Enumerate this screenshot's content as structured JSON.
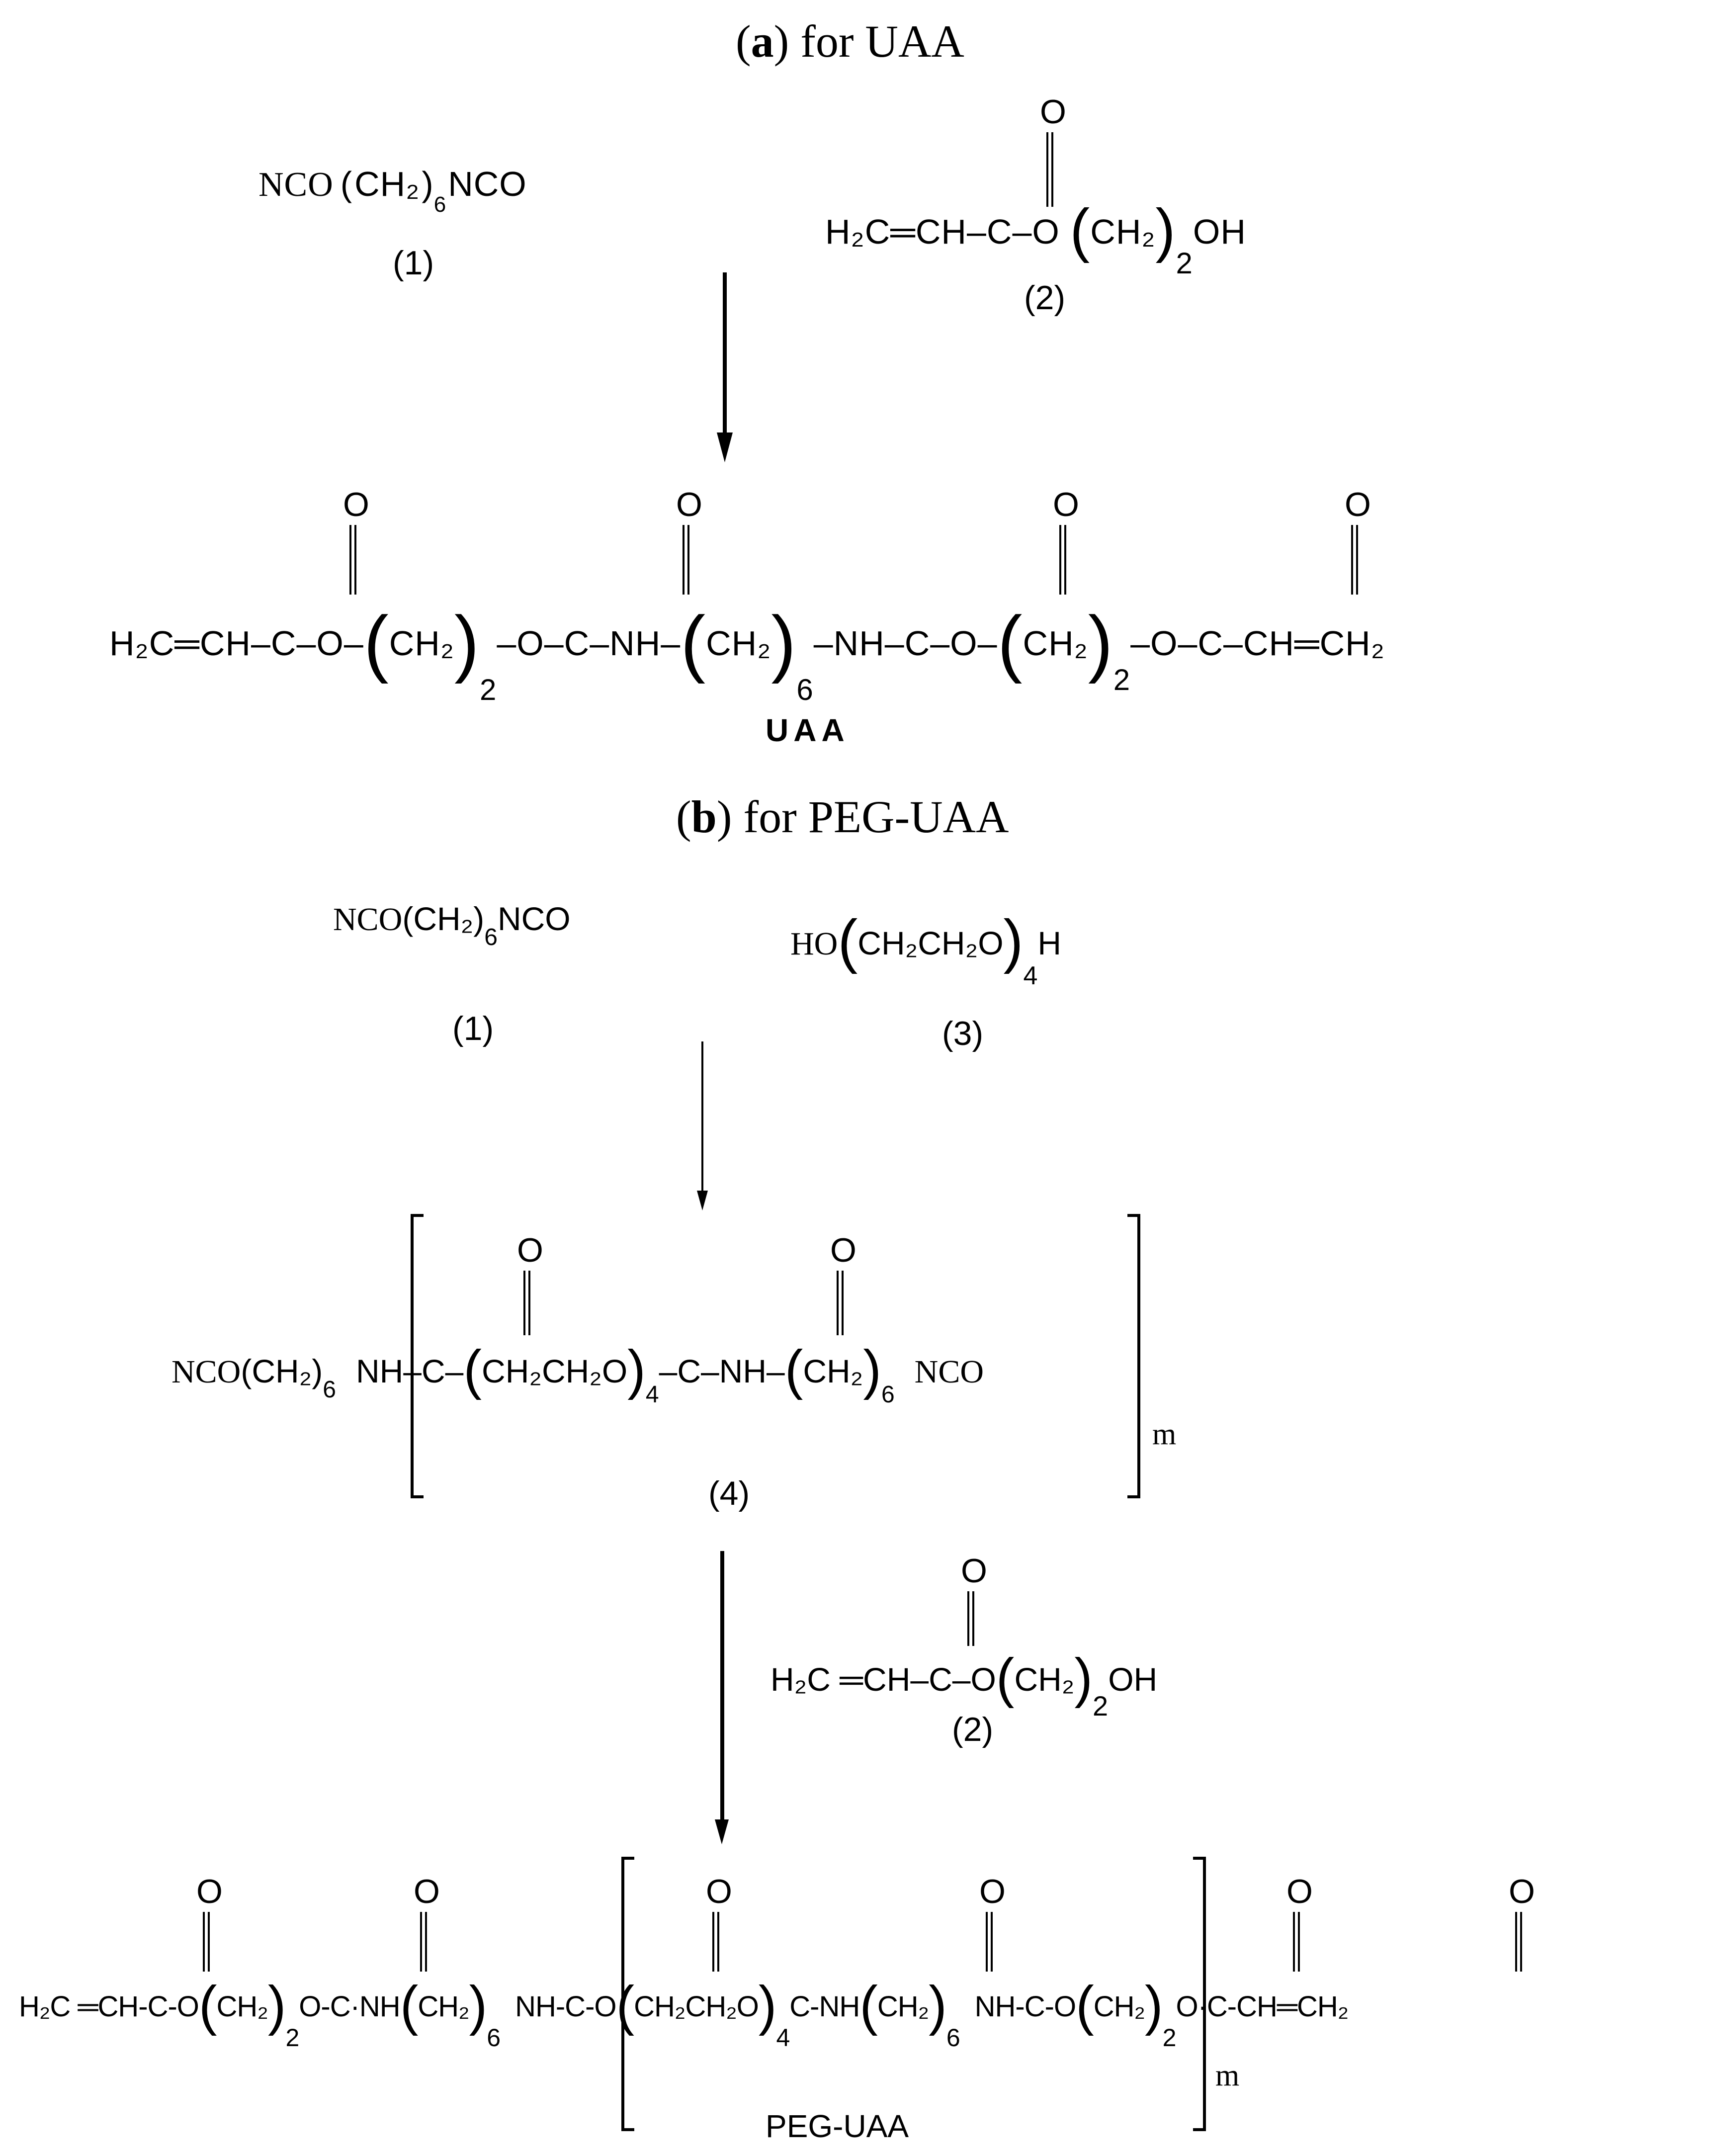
{
  "figure": {
    "section_a": {
      "title_prefix": "(",
      "title_letter": "a",
      "title_suffix": ") for UAA",
      "reactant_1": {
        "formula_left": "NCO",
        "formula_unit": "CH₂",
        "repeat": "6",
        "formula_right": "NCO",
        "label": "(1)"
      },
      "reactant_2": {
        "formula": "H₂C═CH–C–O",
        "carbonyl_o": "O",
        "formula_unit": "CH₂",
        "repeat": "2",
        "formula_right": "OH",
        "label": "(2)"
      },
      "product": {
        "segments": [
          "H₂C═CH–C–O–",
          "CH₂",
          "–O–C–NH–",
          "CH₂",
          "–NH–C–O–",
          "CH₂",
          "–O–C–CH═CH₂"
        ],
        "repeats": [
          "2",
          "6",
          "2"
        ],
        "carbonyl_o": "O",
        "name": "UAA"
      }
    },
    "section_b": {
      "title_prefix": "(",
      "title_letter": "b",
      "title_suffix": ") for PEG-UAA",
      "reactant_1": {
        "formula_left": "NCO",
        "formula_unit": "CH₂",
        "repeat": "6",
        "formula_right": "NCO",
        "label": "(1)"
      },
      "reactant_3": {
        "formula_left": "HO",
        "formula_unit": "CH₂CH₂O",
        "repeat": "4",
        "formula_right": "H",
        "label": "(3)"
      },
      "intermediate_4": {
        "formula_left": "NCO",
        "left_unit": "CH₂",
        "left_repeat": "6",
        "inner": [
          "NH–C–",
          "CH₂CH₂O",
          "–C–NH–",
          "CH₂"
        ],
        "inner_repeats": [
          "4",
          "6"
        ],
        "formula_right": "NCO",
        "bracket_subscript": "m",
        "carbonyl_o": "O",
        "label": "(4)"
      },
      "reactant_2": {
        "formula": "H₂C ═CH–C–O",
        "carbonyl_o": "O",
        "formula_unit": "CH₂",
        "repeat": "2",
        "formula_right": "OH",
        "label": "(2)"
      },
      "product": {
        "segments": [
          "H₂C ═CH-C-O",
          "CH₂",
          "O-C·NH",
          "CH₂",
          "NH-C-O",
          "CH₂CH₂O",
          "C-NH",
          "CH₂",
          "NH-C-O",
          "CH₂",
          "O·C-CH═CH₂"
        ],
        "repeats": [
          "2",
          "6",
          "4",
          "6",
          "2"
        ],
        "bracket_subscript": "m",
        "carbonyl_o": "O",
        "name": "PEG-UAA"
      }
    }
  }
}
